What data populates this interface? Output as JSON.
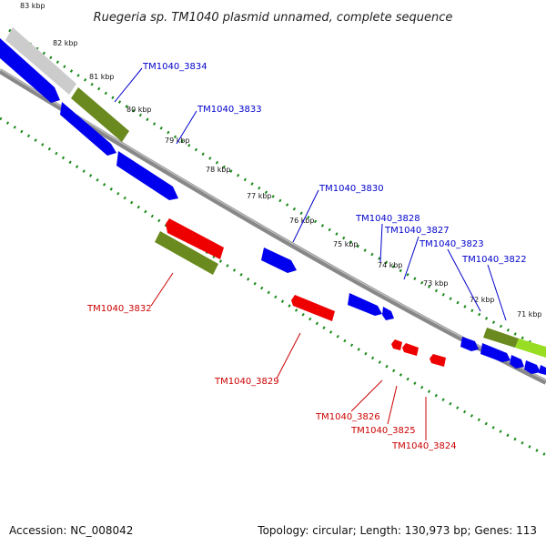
{
  "title": "Ruegeria sp. TM1040 plasmid unnamed, complete sequence",
  "footer": {
    "accession": "Accession: NC_008042",
    "summary": "Topology: circular; Length: 130,973 bp; Genes: 113"
  },
  "colors": {
    "forward_cds": "#0000ee",
    "reverse_cds": "#ee0000",
    "rna_olive": "#6a8a1f",
    "rna_light": "#99dd22",
    "grey_feature": "#cccccc",
    "backbone": "#777777",
    "gc_dots": "#1a8a1a",
    "forward_label": "#0000cc",
    "reverse_label": "#cc0000"
  },
  "ticks": [
    "83 kbp",
    "82 kbp",
    "81 kbp",
    "80 kbp",
    "79 kbp",
    "78 kbp",
    "77 kbp",
    "76 kbp",
    "75 kbp",
    "74 kbp",
    "73 kbp",
    "72 kbp",
    "71 kbp"
  ],
  "forward_labels": [
    "TM1040_3834",
    "TM1040_3833",
    "TM1040_3830",
    "TM1040_3828",
    "TM1040_3827",
    "TM1040_3823",
    "TM1040_3822"
  ],
  "reverse_labels": [
    "TM1040_3832",
    "TM1040_3829",
    "TM1040_3826",
    "TM1040_3825",
    "TM1040_3824"
  ]
}
